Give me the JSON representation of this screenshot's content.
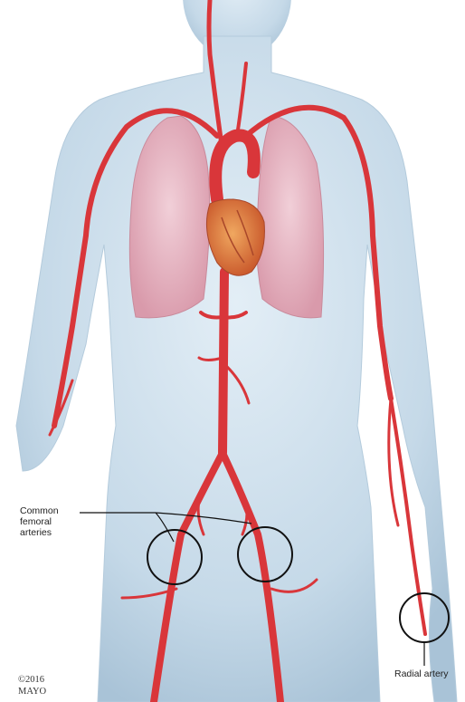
{
  "labels": {
    "femoral": "Common\nfemoral\narteries",
    "radial": "Radial artery"
  },
  "credit": {
    "year_line": "©2016",
    "org": "MAYO"
  },
  "colors": {
    "skin": "#c9dbe8",
    "artery": "#d9363a",
    "lung": "#e9b8c4",
    "heart": "#e0823a",
    "callout": "#111111"
  }
}
